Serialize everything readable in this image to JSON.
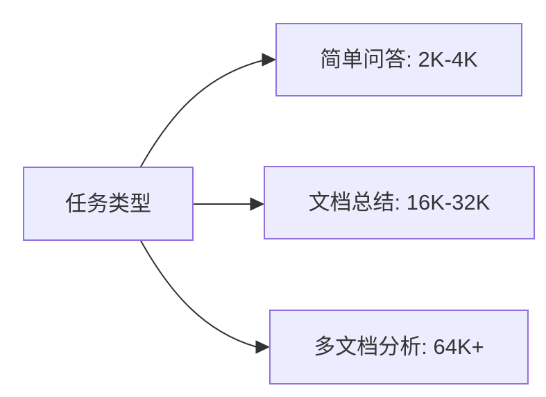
{
  "diagram": {
    "type": "flowchart-left-to-right",
    "background": "#FFFFFF",
    "colors": {
      "node_fill": "#ECECFF",
      "node_border": "#9370DB",
      "edge_stroke": "#333333",
      "text": "#333333"
    }
  },
  "nodes": [
    {
      "id": "task-type",
      "label": "任务类型",
      "role": "root"
    },
    {
      "id": "simple-qa",
      "label": "简单问答: 2K-4K",
      "role": "leaf"
    },
    {
      "id": "doc-summary",
      "label": "文档总结: 16K-32K",
      "role": "leaf"
    },
    {
      "id": "multi-doc",
      "label": "多文档分析: 64K+",
      "role": "leaf"
    }
  ],
  "edges": [
    {
      "from": "task-type",
      "to": "simple-qa",
      "arrow": "filled-triangle"
    },
    {
      "from": "task-type",
      "to": "doc-summary",
      "arrow": "filled-triangle"
    },
    {
      "from": "task-type",
      "to": "multi-doc",
      "arrow": "filled-triangle"
    }
  ]
}
